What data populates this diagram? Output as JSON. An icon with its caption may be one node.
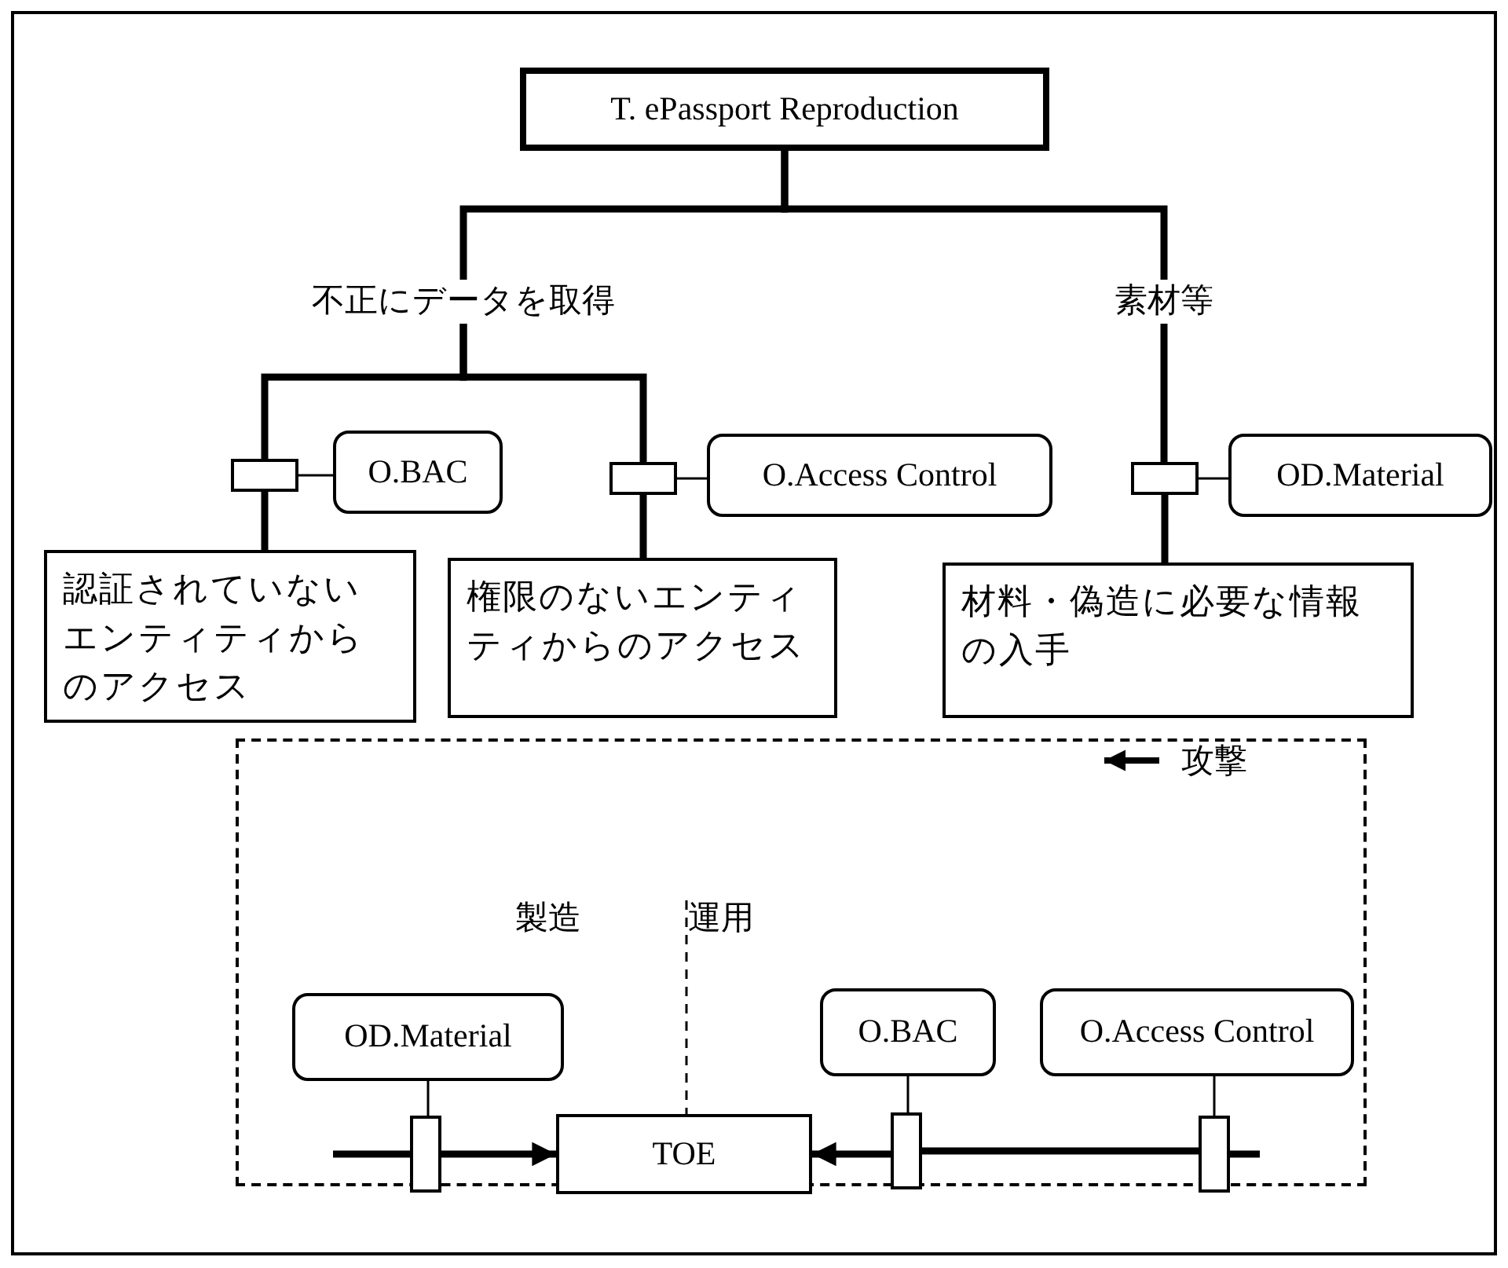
{
  "diagram": {
    "nodes": [
      {
        "text": [
          "T. ePassport Reproduction"
        ]
      },
      {
        "text": [
          "不正にデータを取得"
        ]
      },
      {
        "text": [
          "素材等"
        ]
      },
      {
        "text": [],
        "shape": "box"
      },
      {
        "text": [
          "O.BAC"
        ]
      },
      {
        "text": [],
        "shape": "box"
      },
      {
        "text": [
          "O.Access Control"
        ]
      },
      {
        "text": [],
        "shape": "box"
      },
      {
        "text": [
          "OD.Material"
        ]
      },
      {
        "text": [
          "認証されていないエンティティからのアクセス"
        ]
      },
      {
        "text": [
          "権限のないエンティティからのアクセス"
        ]
      },
      {
        "text": [
          "材料・偽造に必要な情報の入手"
        ]
      },
      {
        "text": [],
        "shape": "box"
      },
      {
        "text": [
          "OD.Material"
        ],
        "in": 12
      },
      {
        "text": [
          "O.BAC"
        ],
        "in": 12
      },
      {
        "text": [
          "O.Access Control"
        ],
        "in": 12
      },
      {
        "text": [],
        "shape": "box",
        "in": 12
      },
      {
        "text": [
          "TOE"
        ],
        "in": 12
      },
      {
        "text": [],
        "shape": "box",
        "in": 12
      },
      {
        "text": [],
        "shape": "box",
        "in": 12
      }
    ],
    "edges": [
      {
        "from": 0,
        "to": 1,
        "arrow": "none"
      },
      {
        "from": 0,
        "to": 2,
        "arrow": "none"
      },
      {
        "from": 1,
        "to": 3,
        "arrow": "none"
      },
      {
        "from": 3,
        "to": 9,
        "arrow": "none"
      },
      {
        "from": 1,
        "to": 5,
        "arrow": "none"
      },
      {
        "from": 5,
        "to": 10,
        "arrow": "none"
      },
      {
        "from": 2,
        "to": 7,
        "arrow": "none"
      },
      {
        "from": 7,
        "to": 11,
        "arrow": "none"
      },
      {
        "from": 4,
        "to": 3,
        "arrow": "none"
      },
      {
        "from": 6,
        "to": 5,
        "arrow": "none"
      },
      {
        "from": 8,
        "to": 7,
        "arrow": "none"
      },
      {
        "from": 13,
        "to": 16,
        "arrow": "none"
      },
      {
        "from": 14,
        "to": 18,
        "arrow": "none"
      },
      {
        "from": 15,
        "to": 19,
        "arrow": "none"
      },
      {
        "from": null,
        "to": 16,
        "arrow": "none"
      },
      {
        "from": 16,
        "to": 17,
        "arrow": "to"
      },
      {
        "from": null,
        "to": 19,
        "arrow": "none"
      },
      {
        "from": 19,
        "to": 18,
        "arrow": "none"
      },
      {
        "from": 18,
        "to": 17,
        "arrow": "to"
      }
    ],
    "labels": [
      "製造",
      "運用"
    ],
    "legend": [
      {
        "text": "攻撃"
      }
    ]
  }
}
